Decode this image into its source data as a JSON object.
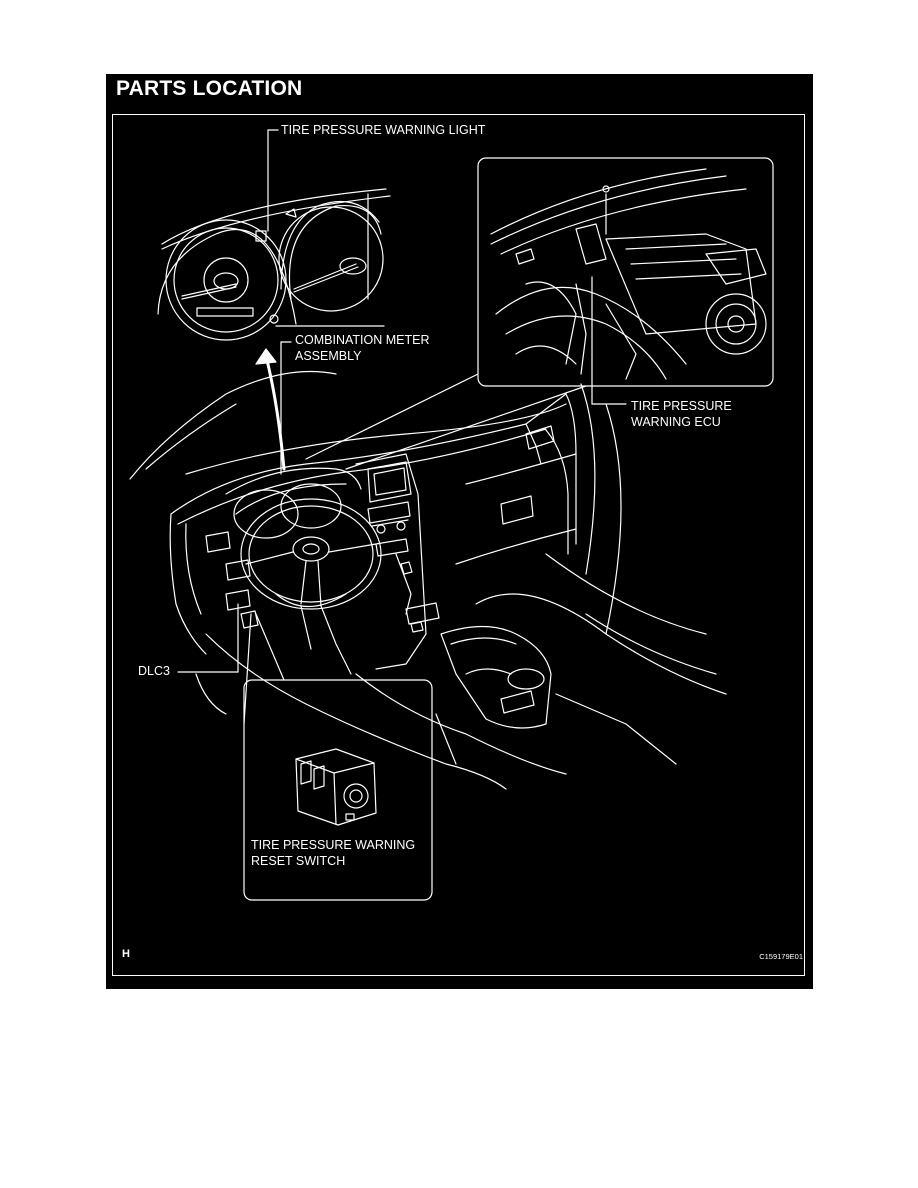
{
  "title": "PARTS LOCATION",
  "callouts": {
    "tire_pressure_warning_light": "TIRE PRESSURE WARNING LIGHT",
    "combination_meter_line1": "COMBINATION METER",
    "combination_meter_line2": "ASSEMBLY",
    "ecu_line1": "TIRE PRESSURE",
    "ecu_line2": "WARNING ECU",
    "dlc3": "DLC3",
    "reset_switch_line1": "TIRE PRESSURE WARNING",
    "reset_switch_line2": "RESET SWITCH"
  },
  "corner_mark": "H",
  "figure_code": "C159179E01",
  "colors": {
    "background": "#000000",
    "line": "#ffffff",
    "page": "#ffffff"
  }
}
